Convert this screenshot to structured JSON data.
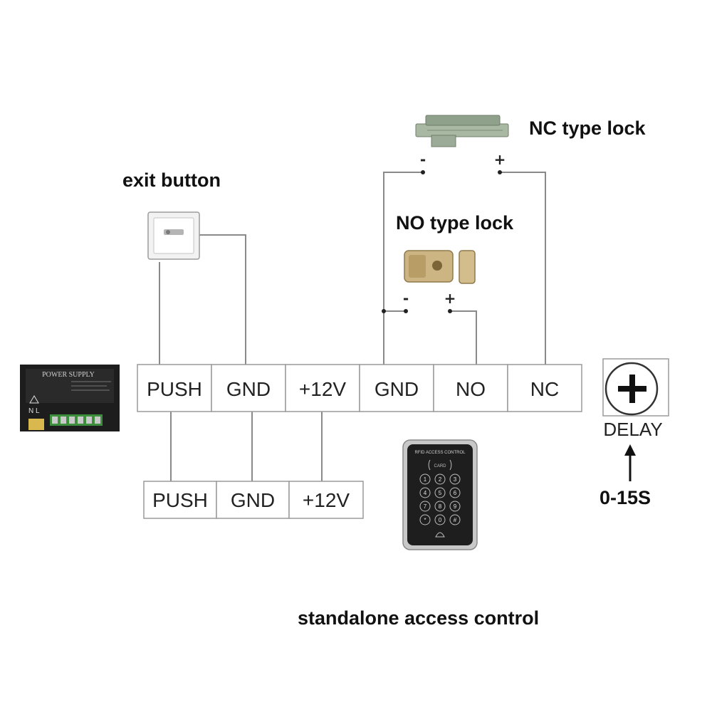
{
  "labels": {
    "nc_lock": "NC type lock",
    "no_lock": "NO type lock",
    "exit_button": "exit button",
    "standalone": "standalone access control",
    "delay": "DELAY",
    "delay_range": "0-15S",
    "power_supply": "POWER SUPPLY",
    "power_supply_nl": "N L",
    "keypad_brand": "RFID ACCESS CONTROL",
    "keypad_card": "CARD"
  },
  "terminals_main": [
    "PUSH",
    "GND",
    "+12V",
    "GND",
    "NO",
    "NC"
  ],
  "terminals_power": [
    "PUSH",
    "GND",
    "+12V"
  ],
  "polarity": {
    "minus": "-",
    "plus": "+"
  },
  "keypad_keys": [
    "1",
    "2",
    "3",
    "4",
    "5",
    "6",
    "7",
    "8",
    "9",
    "*",
    "0",
    "#"
  ],
  "colors": {
    "wire": "#8a8a8a",
    "text": "#111111",
    "lock_brass": "#c8b07a"
  }
}
